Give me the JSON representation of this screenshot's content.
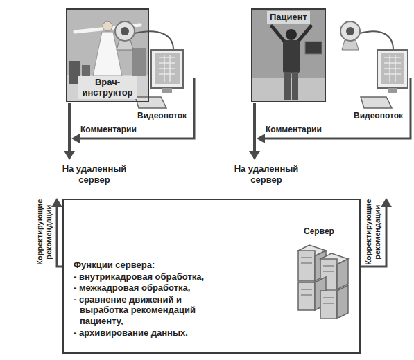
{
  "diagram": {
    "nodes": [
      {
        "text": [
          "Врач-инструктор"
        ]
      },
      {
        "text": [
          "Пациент"
        ]
      },
      {
        "text": [
          "Функции сервера:",
          "- внутрикадровая обработка,",
          "- межкадровая обработка,",
          "- сравнение движений и выработка рекомендаций пациенту,",
          "- архивирование данных.",
          "Сервер"
        ]
      }
    ],
    "labels": [
      "Видеопоток",
      "Комментарии",
      "На удаленный сервер",
      "Видеопоток",
      "Комментарии",
      "На удаленный сервер",
      "Корректирующие рекомендации",
      "Корректирующие рекомендации"
    ]
  }
}
